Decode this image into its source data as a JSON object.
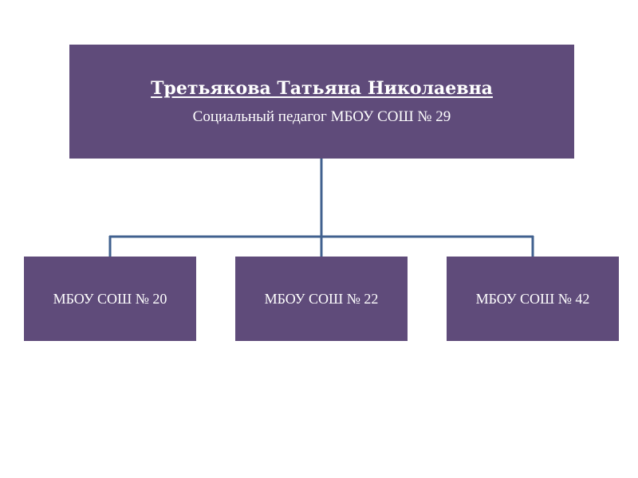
{
  "root": {
    "name": "Третьякова Татьяна Николаевна",
    "role": "Социальный педагог МБОУ СОШ № 29"
  },
  "children": [
    {
      "label": "МБОУ СОШ № 20"
    },
    {
      "label": "МБОУ СОШ № 22"
    },
    {
      "label": "МБОУ СОШ № 42"
    }
  ],
  "colors": {
    "box": "#5f4b7a",
    "connector": "#41618f"
  }
}
